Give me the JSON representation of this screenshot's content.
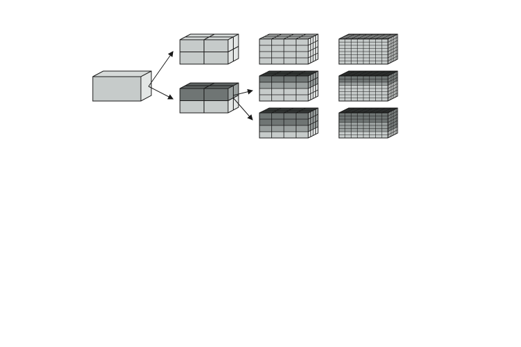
{
  "colors": {
    "background": "#ffffff",
    "outline": "#1a1a1a",
    "light_front": "#c6cbca",
    "light_top": "#d6dad9",
    "light_side": "#e3e6e5",
    "dark_front": "#6f7574",
    "dark_top": "#5d6362",
    "darker_top": "#3e4342",
    "mid_front": "#9aa09f"
  },
  "icons": {
    "arrow": "arrow-right-icon"
  },
  "diagram": {
    "description_levels": [
      {
        "level": 0,
        "subdivisions": [
          1,
          1,
          1
        ],
        "refined_rows": 0
      },
      {
        "level": 1,
        "subdivisions": [
          2,
          2,
          2
        ],
        "refined_rows": 0
      },
      {
        "level": 1,
        "subdivisions": [
          2,
          2,
          2
        ],
        "refined_rows": 1
      },
      {
        "level": 2,
        "subdivisions": [
          4,
          4,
          4
        ],
        "refined_rows": 0
      },
      {
        "level": 2,
        "subdivisions": [
          4,
          4,
          4
        ],
        "refined_rows": 2
      },
      {
        "level": 2,
        "subdivisions": [
          4,
          4,
          4
        ],
        "refined_rows": 3
      },
      {
        "level": 3,
        "subdivisions": [
          8,
          8,
          8
        ],
        "refined_rows": 0
      },
      {
        "level": 3,
        "subdivisions": [
          8,
          8,
          8
        ],
        "refined_rows": 3
      },
      {
        "level": 3,
        "subdivisions": [
          8,
          8,
          8
        ],
        "refined_rows": 6
      }
    ]
  }
}
